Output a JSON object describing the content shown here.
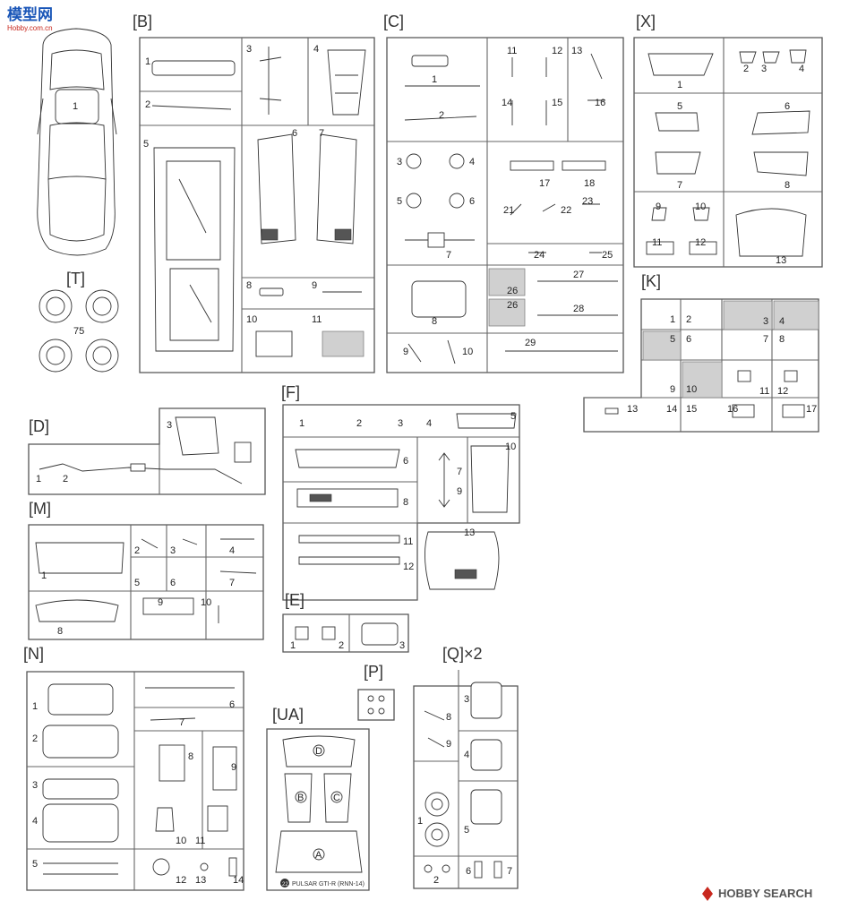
{
  "watermark_top": {
    "cn": "模型网",
    "url": "Hobby.com.cn"
  },
  "watermark_bottom": "HOBBY SEARCH",
  "footer_label": "PULSAR GTI-R (RNN-14)",
  "footer_badge": "22",
  "groups": {
    "B": {
      "label": "[B]",
      "parts": [
        "1",
        "2",
        "3",
        "4",
        "5",
        "6",
        "7",
        "8",
        "9",
        "10",
        "11"
      ]
    },
    "C": {
      "label": "[C]",
      "parts": [
        "1",
        "2",
        "3",
        "4",
        "5",
        "6",
        "7",
        "8",
        "9",
        "10",
        "11",
        "12",
        "13",
        "14",
        "15",
        "16",
        "17",
        "18",
        "21",
        "22",
        "23",
        "24",
        "25",
        "26",
        "26",
        "27",
        "28",
        "29"
      ]
    },
    "X": {
      "label": "[X]",
      "parts": [
        "1",
        "2",
        "3",
        "4",
        "5",
        "6",
        "7",
        "8",
        "9",
        "10",
        "11",
        "12",
        "13"
      ]
    },
    "K": {
      "label": "[K]",
      "parts": [
        "1",
        "2",
        "3",
        "4",
        "5",
        "6",
        "7",
        "8",
        "9",
        "10",
        "11",
        "12",
        "13",
        "14",
        "15",
        "16",
        "17"
      ]
    },
    "T": {
      "label": "[T]",
      "parts": [
        "75"
      ]
    },
    "D": {
      "label": "[D]",
      "parts": [
        "1",
        "2",
        "3"
      ]
    },
    "F": {
      "label": "[F]",
      "parts": [
        "1",
        "2",
        "3",
        "4",
        "5",
        "6",
        "7",
        "8",
        "9",
        "10",
        "11",
        "12",
        "13"
      ]
    },
    "M": {
      "label": "[M]",
      "parts": [
        "1",
        "2",
        "3",
        "4",
        "5",
        "6",
        "7",
        "8",
        "9",
        "10"
      ]
    },
    "E": {
      "label": "[E]",
      "parts": [
        "1",
        "2",
        "3"
      ]
    },
    "N": {
      "label": "[N]",
      "parts": [
        "1",
        "2",
        "3",
        "4",
        "5",
        "6",
        "7",
        "8",
        "9",
        "10",
        "11",
        "12",
        "13",
        "14"
      ]
    },
    "P": {
      "label": "[P]",
      "parts": []
    },
    "UA": {
      "label": "[UA]",
      "parts": [
        "D",
        "B",
        "C",
        "A"
      ]
    },
    "Q": {
      "label": "[Q]×2",
      "parts": [
        "1",
        "2",
        "3",
        "4",
        "5",
        "6",
        "7",
        "8",
        "9"
      ]
    }
  },
  "body_part": "1"
}
